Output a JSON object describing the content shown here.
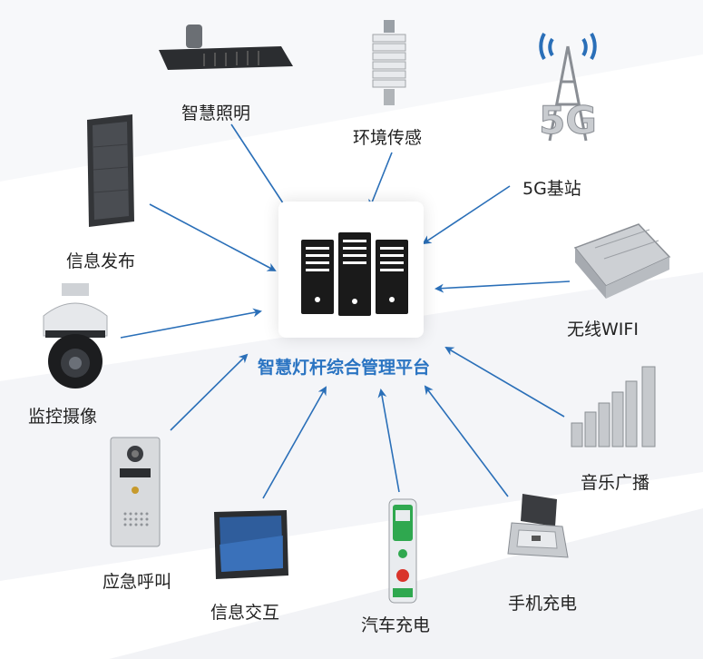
{
  "center": {
    "title": "智慧灯杆综合管理平台",
    "icon": "server-rack-icon"
  },
  "devices": [
    {
      "key": "lighting",
      "label": "智慧照明",
      "icon": "street-light-icon"
    },
    {
      "key": "env",
      "label": "环境传感",
      "icon": "weather-sensor-icon"
    },
    {
      "key": "5g",
      "label": "5G基站",
      "icon": "5g-tower-icon"
    },
    {
      "key": "info_pub",
      "label": "信息发布",
      "icon": "led-screen-icon"
    },
    {
      "key": "wifi",
      "label": "无线WIFI",
      "icon": "wifi-router-icon"
    },
    {
      "key": "camera",
      "label": "监控摄像",
      "icon": "dome-camera-icon"
    },
    {
      "key": "broadcast",
      "label": "音乐广播",
      "icon": "column-speaker-icon"
    },
    {
      "key": "sos",
      "label": "应急呼叫",
      "icon": "intercom-panel-icon"
    },
    {
      "key": "interact",
      "label": "信息交互",
      "icon": "touch-display-icon"
    },
    {
      "key": "ev",
      "label": "汽车充电",
      "icon": "ev-charger-icon"
    },
    {
      "key": "phone",
      "label": "手机充电",
      "icon": "phone-charger-icon"
    }
  ],
  "colors": {
    "arrow": "#2a6fb8",
    "title": "#2a74c2"
  }
}
